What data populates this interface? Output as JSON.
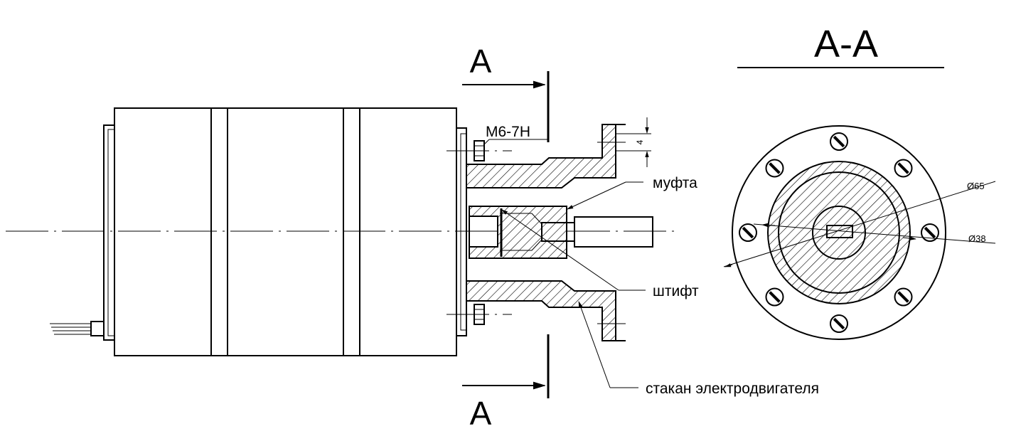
{
  "section_marks": {
    "top": "A",
    "bottom": "A"
  },
  "section_title": "A-A",
  "labels": {
    "thread": "M6-7H",
    "coupling": "муфта",
    "pin": "штифт",
    "cup": "стакан электродвигателя"
  },
  "dimensions": {
    "flange_thickness": "4",
    "outer_diameter": "Ø65",
    "inner_diameter": "Ø38"
  }
}
